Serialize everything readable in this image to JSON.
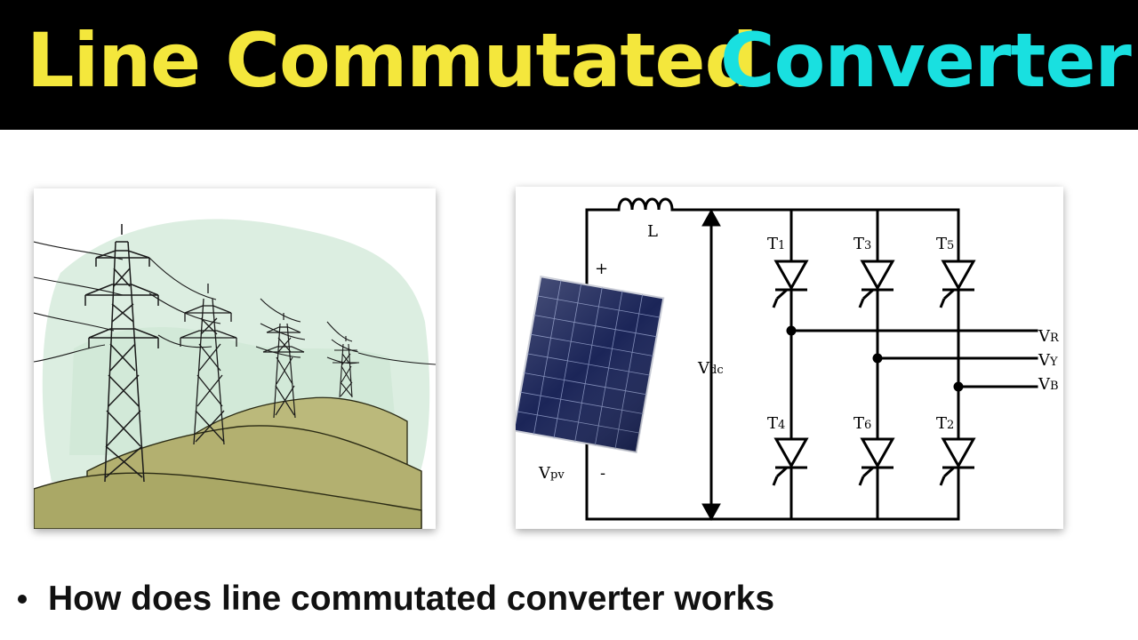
{
  "title": {
    "part1": "Line Commutated",
    "part2": "Converter",
    "part1_color": "#f4e73c",
    "part2_color": "#19e0e0"
  },
  "circuit": {
    "inductor_label": "L",
    "pv_plus": "+",
    "pv_minus": "-",
    "pv_label_main": "V",
    "pv_label_sub": "pv",
    "vdc_label_main": "V",
    "vdc_label_sub": "dc",
    "thyristors": [
      {
        "main": "T",
        "sub": "1"
      },
      {
        "main": "T",
        "sub": "3"
      },
      {
        "main": "T",
        "sub": "5"
      },
      {
        "main": "T",
        "sub": "4"
      },
      {
        "main": "T",
        "sub": "6"
      },
      {
        "main": "T",
        "sub": "2"
      }
    ],
    "outputs": [
      {
        "main": "V",
        "sub": "R"
      },
      {
        "main": "V",
        "sub": "Y"
      },
      {
        "main": "V",
        "sub": "B"
      }
    ]
  },
  "bullets": [
    "How does line commutated converter works"
  ]
}
